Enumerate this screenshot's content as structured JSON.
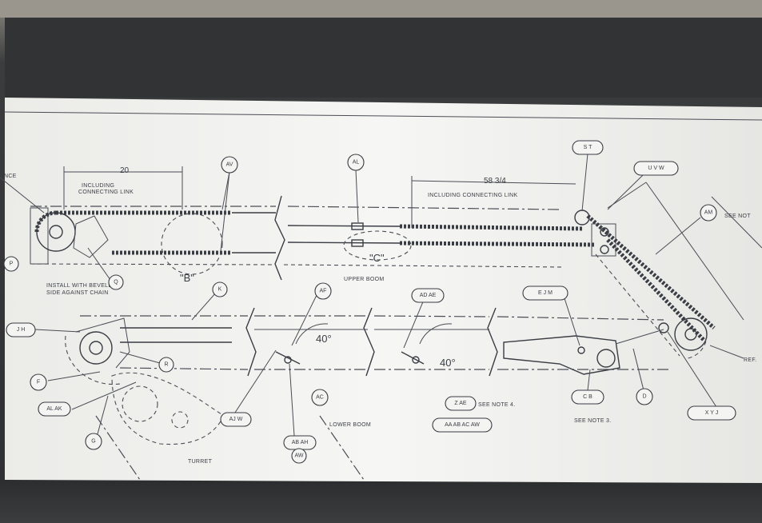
{
  "dimensions": {
    "top_left": "20",
    "top_right": "58 3/4",
    "angle_left": "40°",
    "angle_right": "40°"
  },
  "notes": {
    "including_link_1": "INCLUDING",
    "including_link_2": "CONNECTING LINK",
    "including_connecting_link": "INCLUDING CONNECTING LINK",
    "install_1": "INSTALL WITH BEVELED",
    "install_2": "SIDE AGAINST CHAIN",
    "see_note_4": "SEE NOTE 4.",
    "see_note_3": "SEE NOTE 3.",
    "see_note_right": "SEE NOT",
    "ref": "REF.",
    "ence": "ENCE"
  },
  "sections": {
    "b": "\"B\"",
    "c": "\"C\"",
    "upper_boom": "UPPER BOOM",
    "lower_boom": "LOWER BOOM",
    "turret": "TURRET"
  },
  "callouts": {
    "av": "AV",
    "al": "AL",
    "st": "S T",
    "uvw": "U V W",
    "am": "AM",
    "q": "Q",
    "p": "P",
    "k": "K",
    "af": "AF",
    "adae": "AD AE",
    "ejm": "E J M",
    "jh": "J H",
    "r": "R",
    "f": "F",
    "alak": "AL AK",
    "g": "G",
    "ajw": "AJ W",
    "abah": "AB AH",
    "aw": "AW",
    "ac": "AC",
    "zae": "Z AE",
    "aaabacaw": "AA AB AC AW",
    "cb": "C B",
    "d": "D",
    "xyj": "X Y J"
  }
}
